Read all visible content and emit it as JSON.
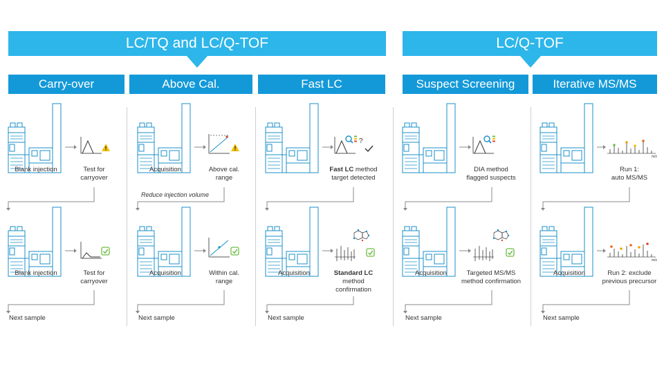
{
  "banners": {
    "left": "LC/TQ and LC/Q-TOF",
    "right": "LC/Q-TOF"
  },
  "columns": [
    {
      "title": "Carry-over",
      "top_left": "Blank injection",
      "top_right": [
        "Test for",
        "carryover"
      ],
      "bottom_left": "Blank injection",
      "bottom_right": [
        "Test for",
        "carryover"
      ],
      "next": "Next sample"
    },
    {
      "title": "Above Cal.",
      "top_left": "Acquisition",
      "top_right": [
        "Above cal.",
        "range"
      ],
      "note": "Reduce injection volume",
      "bottom_left": "Acquisition",
      "bottom_right": [
        "Within cal.",
        "range"
      ],
      "next": "Next sample"
    },
    {
      "title": "Fast LC",
      "top_right_bold": "Fast LC",
      "top_right_rest": " method",
      "top_right_line2": "target detected",
      "bottom_left": "Acquisition",
      "bottom_right_bold": "Standard LC",
      "bottom_right_lines": [
        "method",
        "confirmation"
      ],
      "next": "Next sample"
    },
    {
      "title": "Suspect Screening",
      "top_right": [
        "DIA method",
        "flagged suspects"
      ],
      "bottom_left": "Acquisition",
      "bottom_right": [
        "Targeted MS/MS",
        "method confirmation"
      ],
      "next": "Next sample"
    },
    {
      "title": "Iterative MS/MS",
      "top_right": [
        "Run 1:",
        "auto MS/MS"
      ],
      "bottom_left": "Acquisition",
      "bottom_right": [
        "Run 2: exclude",
        "previous precursor"
      ],
      "next": "Next sample"
    }
  ],
  "icons": {
    "warning": "warning-triangle-icon",
    "check": "check-box-icon",
    "mz_unit": "m/z"
  }
}
